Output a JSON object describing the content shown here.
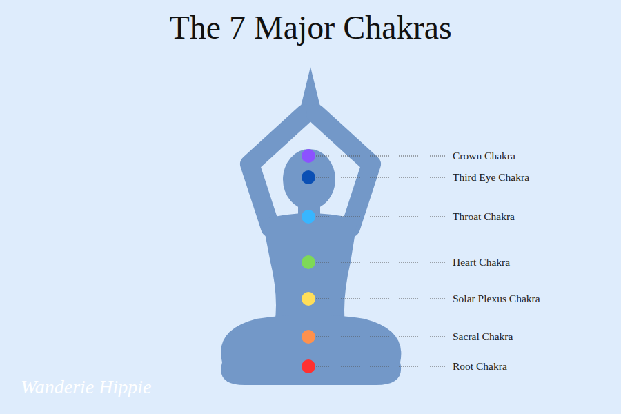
{
  "diagram": {
    "title": "The 7 Major Chakras",
    "labels": [
      "Crown Chakra",
      "Third Eye Chakra",
      "Throat Chakra",
      "Heart Chakra",
      "Solar Plexus Chakra",
      "Sacral Chakra",
      "Root Chakra",
      "Wanderie Hippie"
    ]
  }
}
